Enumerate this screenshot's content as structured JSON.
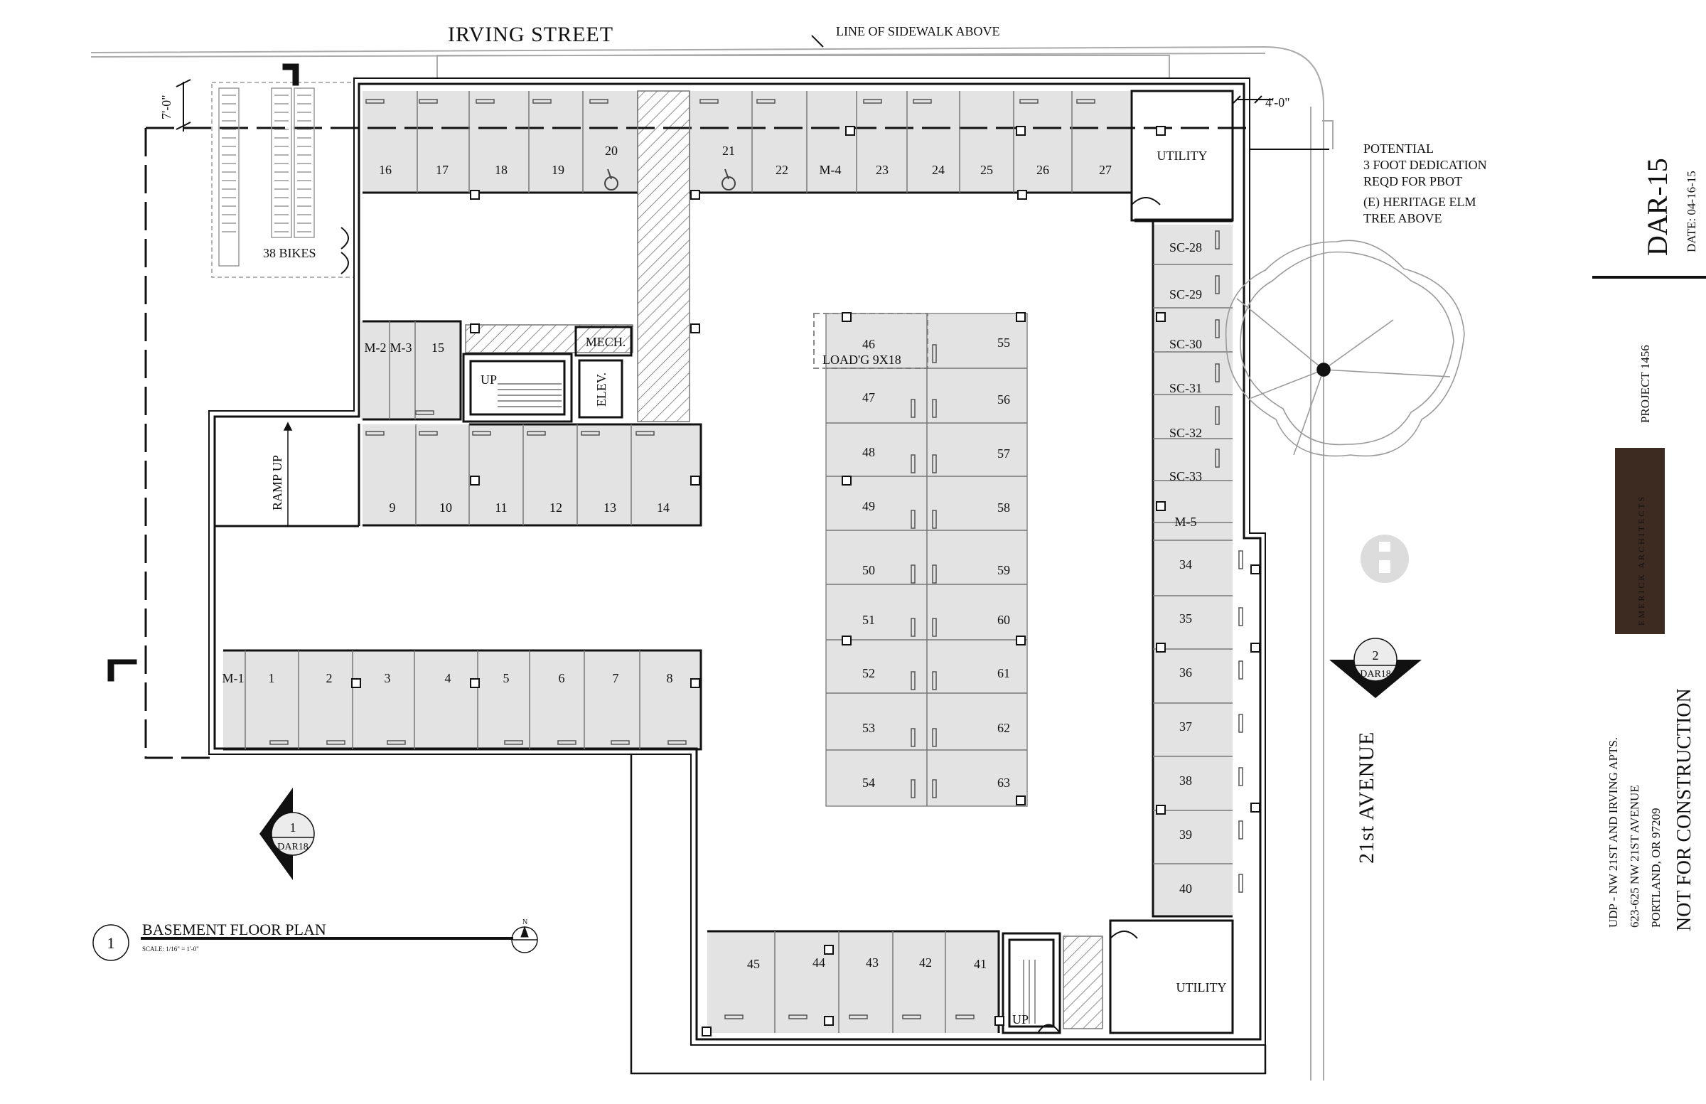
{
  "street_north": "IRVING STREET",
  "street_east": "21st AVENUE",
  "notes": {
    "sidewalk": "LINE OF SIDEWALK ABOVE",
    "dim_7": "7'-0\"",
    "dim_4": "4'-0\"",
    "dedication_1": "POTENTIAL",
    "dedication_2": "3 FOOT DEDICATION",
    "dedication_3": "REQD FOR PBOT",
    "tree_1": "(E) HERITAGE ELM",
    "tree_2": "TREE ABOVE",
    "bikes": "38 BIKES",
    "ramp": "RAMP UP",
    "loading": "LOAD'G 9X18",
    "up1": "UP",
    "up2": "UP"
  },
  "rooms": {
    "utility_ne": "UTILITY",
    "utility_se": "UTILITY",
    "mech": "MECH.",
    "elev": "ELEV."
  },
  "stalls": {
    "north": [
      "16",
      "17",
      "18",
      "19",
      "20",
      "21",
      "22",
      "M-4",
      "23",
      "24",
      "25",
      "26",
      "27"
    ],
    "east_sc": [
      "SC-28",
      "SC-29",
      "SC-30",
      "SC-31",
      "SC-32",
      "SC-33",
      "M-5"
    ],
    "east": [
      "34",
      "35",
      "36",
      "37",
      "38",
      "39",
      "40"
    ],
    "mid_upper": [
      "M-2",
      "M-3",
      "15"
    ],
    "mid_row": [
      "9",
      "10",
      "11",
      "12",
      "13",
      "14"
    ],
    "south_row": [
      "M-1",
      "1",
      "2",
      "3",
      "4",
      "5",
      "6",
      "7",
      "8"
    ],
    "island_left": [
      "46",
      "47",
      "48",
      "49",
      "50",
      "51",
      "52",
      "53",
      "54"
    ],
    "island_right": [
      "55",
      "56",
      "57",
      "58",
      "59",
      "60",
      "61",
      "62",
      "63"
    ],
    "bottom": [
      "45",
      "44",
      "43",
      "42",
      "41"
    ]
  },
  "section_markers": [
    {
      "number": "1",
      "sheet": "DAR18"
    },
    {
      "number": "2",
      "sheet": "DAR18"
    }
  ],
  "drawing_title": {
    "number": "1",
    "title": "BASEMENT FLOOR PLAN",
    "scale": "SCALE: 1/16\" = 1'-0\"",
    "north": "N"
  },
  "title_block": {
    "sheet": "DAR-15",
    "date": "DATE: 04-16-15",
    "project": "PROJECT 1456",
    "firm": "EMERICK ARCHITECTS",
    "address_1": "UDP - NW 21ST AND IRVING APTS.",
    "address_2": "623-625 NW 21ST AVENUE",
    "address_3": "PORTLAND, OR 97209",
    "status": "NOT FOR CONSTRUCTION"
  },
  "colors": {
    "stall_fill": "#e3e3e3",
    "line": "#111111",
    "firm_block": "#3d2a20",
    "tree": "#9a9a9a"
  }
}
